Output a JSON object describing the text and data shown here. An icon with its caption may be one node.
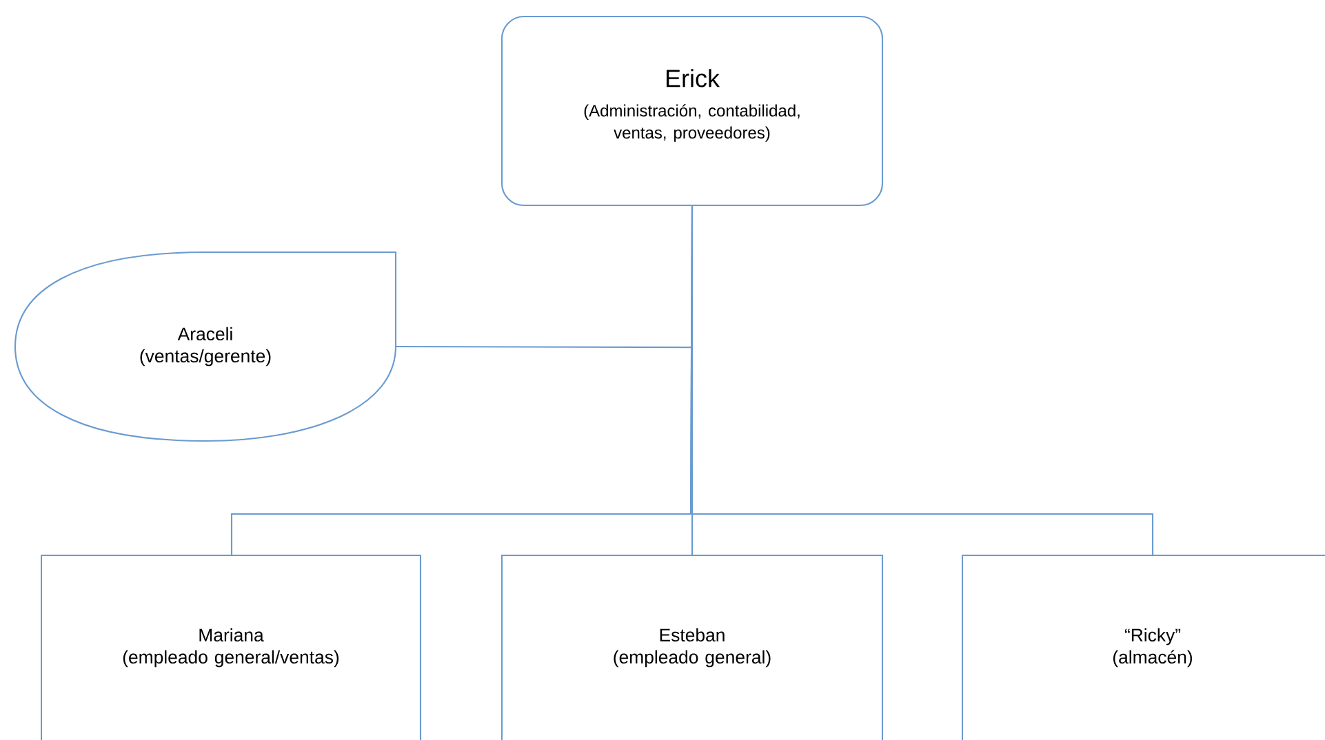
{
  "diagram": {
    "nodes": [
      {
        "text": [
          "Erick",
          "(Administración, contabilidad, ventas, proveedores)"
        ]
      },
      {
        "text": [
          "Araceli",
          "(ventas/gerente)"
        ]
      },
      {
        "text": [
          "Mariana",
          "(empleado general/ventas)"
        ]
      },
      {
        "text": [
          "Esteban",
          "(empleado general)"
        ]
      },
      {
        "text": [
          "“Ricky”",
          "(almacén)"
        ]
      }
    ],
    "edges": [
      {
        "from": 0,
        "to": 1,
        "arrow": "none"
      },
      {
        "from": 0,
        "to": 2,
        "arrow": "none"
      },
      {
        "from": 0,
        "to": 3,
        "arrow": "none"
      },
      {
        "from": 0,
        "to": 4,
        "arrow": "none"
      }
    ]
  }
}
